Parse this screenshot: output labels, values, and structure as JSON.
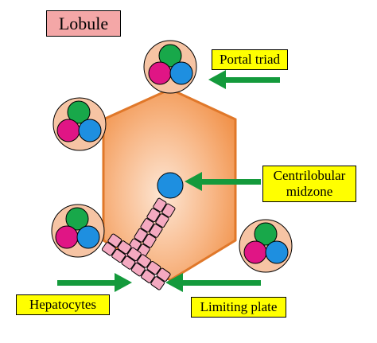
{
  "title": "Lobule",
  "labels": {
    "portal_triad": "Portal triad",
    "centrilobular_line1": "Centrilobular",
    "centrilobular_line2": "midzone",
    "hepatocytes": "Hepatocytes",
    "limiting_plate": "Limiting plate"
  },
  "colors": {
    "title_box": "#f4a7a7",
    "label_box": "#ffff00",
    "arrow": "#149a3c",
    "hexagon_fill_center": "#fce0cc",
    "hexagon_fill_edge": "#f2994f",
    "hexagon_stroke": "#e0782a",
    "triad_bg": "#f6c4a4",
    "triad_green": "#18a84a",
    "triad_magenta": "#e01585",
    "triad_blue": "#1e8fe0",
    "hepatocyte": "#f4a9c0",
    "central_vein": "#1e8fe0"
  }
}
